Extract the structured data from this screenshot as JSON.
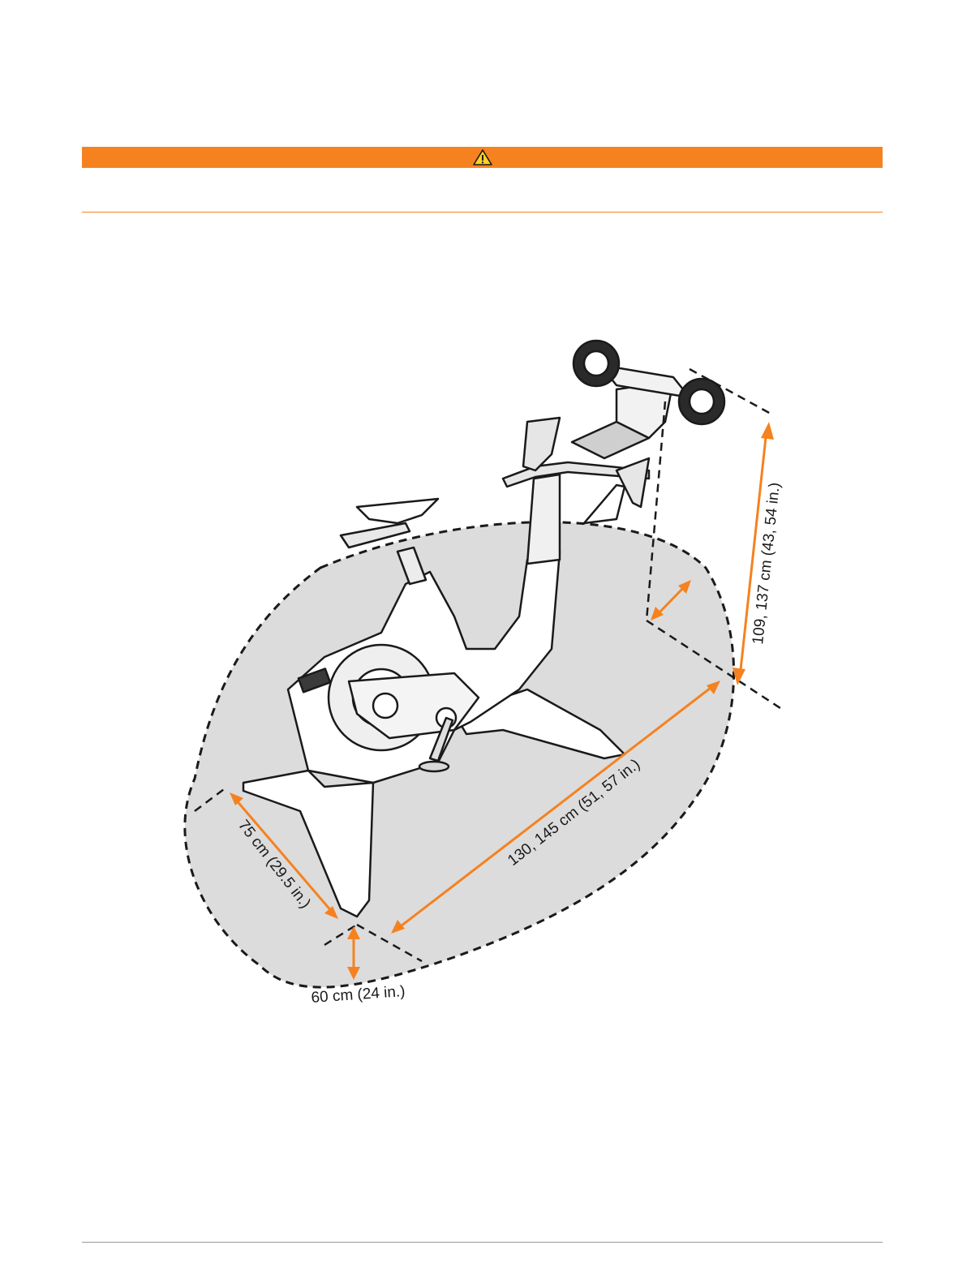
{
  "warning": {
    "icon": "warning-triangle-icon",
    "bar_color": "#f5821f"
  },
  "figure": {
    "accent_color": "#f5821f",
    "area_fill": "#dcdcdc",
    "labels": {
      "height": "109, 137 cm (43, 54 in.)",
      "length": "130, 145 cm (51, 57 in.)",
      "width": "75 cm (29.5 in.)",
      "clearance": "60 cm (24 in.)"
    }
  }
}
